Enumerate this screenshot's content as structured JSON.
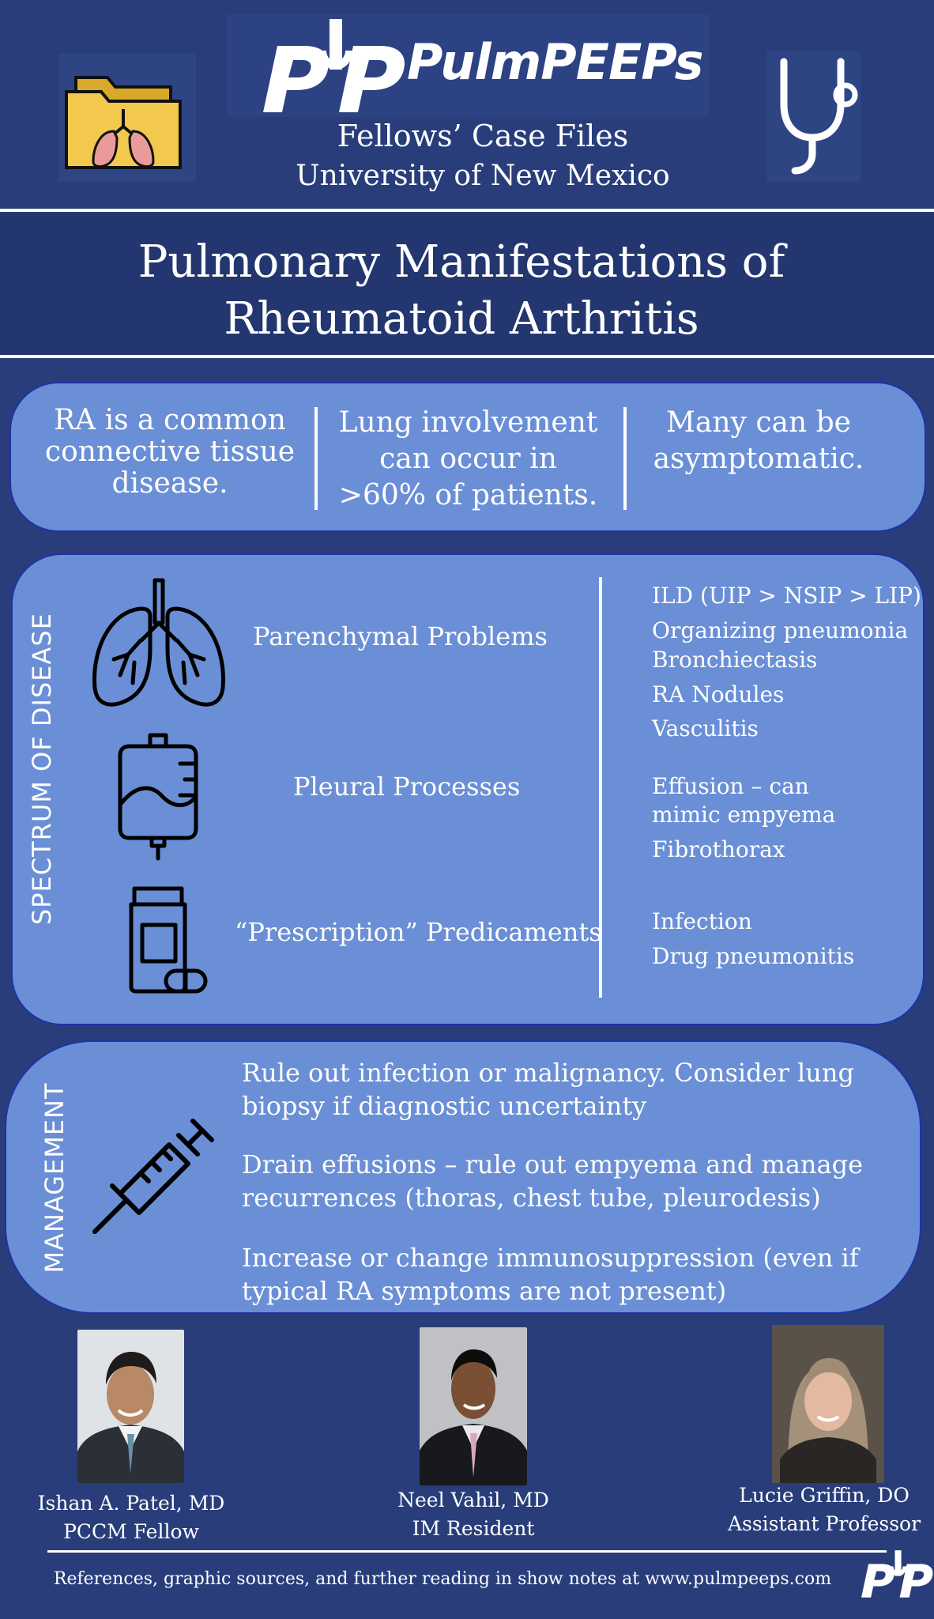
{
  "header": {
    "brand": "PulmPEEPs",
    "subtitle": "Fellows’ Case Files",
    "institution": "University of New Mexico"
  },
  "title": {
    "line1": "Pulmonary Manifestations of",
    "line2": "Rheumatoid Arthritis"
  },
  "facts": [
    [
      "RA is a common",
      "connective tissue",
      "disease."
    ],
    [
      "Lung involvement",
      "can occur in",
      ">60% of patients."
    ],
    [
      "Many can be",
      "asymptomatic."
    ]
  ],
  "spectrum": {
    "label": "SPECTRUM OF DISEASE",
    "categories": [
      {
        "name": "Parenchymal Problems",
        "icon": "lungs-icon",
        "items": [
          "ILD (UIP > NSIP > LIP)",
          "Organizing pneumonia",
          "Bronchiectasis",
          "RA Nodules",
          "Vasculitis"
        ]
      },
      {
        "name": "Pleural Processes",
        "icon": "drainage-bag-icon",
        "items": [
          "Effusion – can",
          "mimic empyema",
          "Fibrothorax"
        ]
      },
      {
        "name": "“Prescription” Predicaments",
        "icon": "pill-bottle-icon",
        "items": [
          "Infection",
          "Drug pneumonitis"
        ]
      }
    ]
  },
  "management": {
    "label": "MANAGEMENT",
    "icon": "syringe-icon",
    "points": [
      [
        "Rule out infection or malignancy. Consider lung",
        "biopsy if diagnostic uncertainty"
      ],
      [
        "Drain effusions – rule out empyema and manage",
        "recurrences (thoras, chest tube, pleurodesis)"
      ],
      [
        "Increase or change immunosuppression (even if",
        "typical RA symptoms are not present)"
      ]
    ]
  },
  "authors": [
    {
      "name": "Ishan A. Patel, MD",
      "role": "PCCM Fellow"
    },
    {
      "name": "Neel Vahil, MD",
      "role": "IM Resident"
    },
    {
      "name": "Lucie Griffin, DO",
      "role": "Assistant Professor"
    }
  ],
  "footer": {
    "text": "References, graphic sources, and further reading in show notes at www.pulmpeeps.com"
  },
  "colors": {
    "background": "#283d7a",
    "card": "#6a8fd6",
    "card_border": "#1d33a8",
    "folder": "#f2c94c"
  }
}
